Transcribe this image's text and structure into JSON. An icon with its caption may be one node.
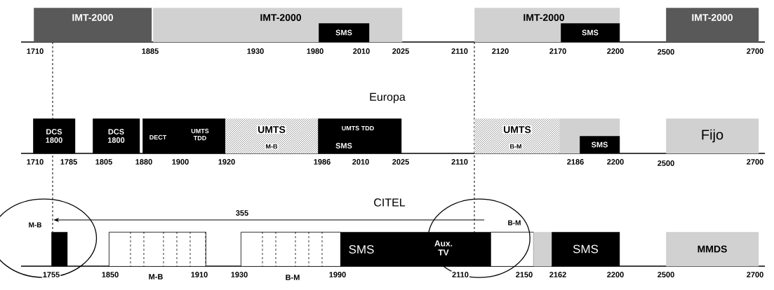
{
  "diagram": {
    "nodes": [
      {
        "text": [
          "IMT-2000"
        ]
      },
      {
        "text": [
          "IMT-2000"
        ]
      },
      {
        "text": [
          "SMS"
        ],
        "in": 1
      },
      {
        "text": [
          "IMT-2000"
        ]
      },
      {
        "text": [
          "SMS"
        ],
        "in": 3
      },
      {
        "text": [
          "IMT-2000"
        ]
      },
      {
        "text": [
          "DCS 1800"
        ]
      },
      {
        "text": [
          "DCS 1800"
        ]
      },
      {
        "text": [
          "DECT",
          "UMTS TDD"
        ]
      },
      {
        "text": [
          "UMTS",
          "M-B"
        ]
      },
      {
        "text": [
          "UMTS TDD",
          "SMS"
        ]
      },
      {
        "text": [
          "UMTS",
          "B-M"
        ]
      },
      {
        "text": [],
        "shape": "box"
      },
      {
        "text": [
          "SMS"
        ],
        "in": 12
      },
      {
        "text": [
          "Fijo"
        ]
      },
      {
        "text": [
          "M-B"
        ]
      },
      {
        "text": [],
        "shape": "box",
        "in": 15
      },
      {
        "text": [],
        "shape": "box"
      },
      {
        "text": [],
        "shape": "box"
      },
      {
        "text": [
          "SMS",
          "Aux. TV"
        ]
      },
      {
        "text": [
          "B-M"
        ]
      },
      {
        "text": [],
        "shape": "box",
        "in": 20
      },
      {
        "text": [],
        "shape": "box"
      },
      {
        "text": [
          "SMS"
        ]
      },
      {
        "text": [
          "MMDS"
        ]
      }
    ],
    "labels": [
      "1710",
      "1885",
      "1930",
      "1980",
      "2010",
      "2025",
      "2110",
      "2120",
      "2170",
      "2200",
      "2500",
      "2700",
      "Europa",
      "1710",
      "1785",
      "1805",
      "1880",
      "1900",
      "1920",
      "1986",
      "2010",
      "2025",
      "2110",
      "2186",
      "2200",
      "2500",
      "2700",
      "CITEL",
      "355",
      "1755",
      "1850",
      "M-B",
      "1910",
      "1930",
      "B-M",
      "1990",
      "2110",
      "2150",
      "2162",
      "2200",
      "2500",
      "2700"
    ]
  }
}
